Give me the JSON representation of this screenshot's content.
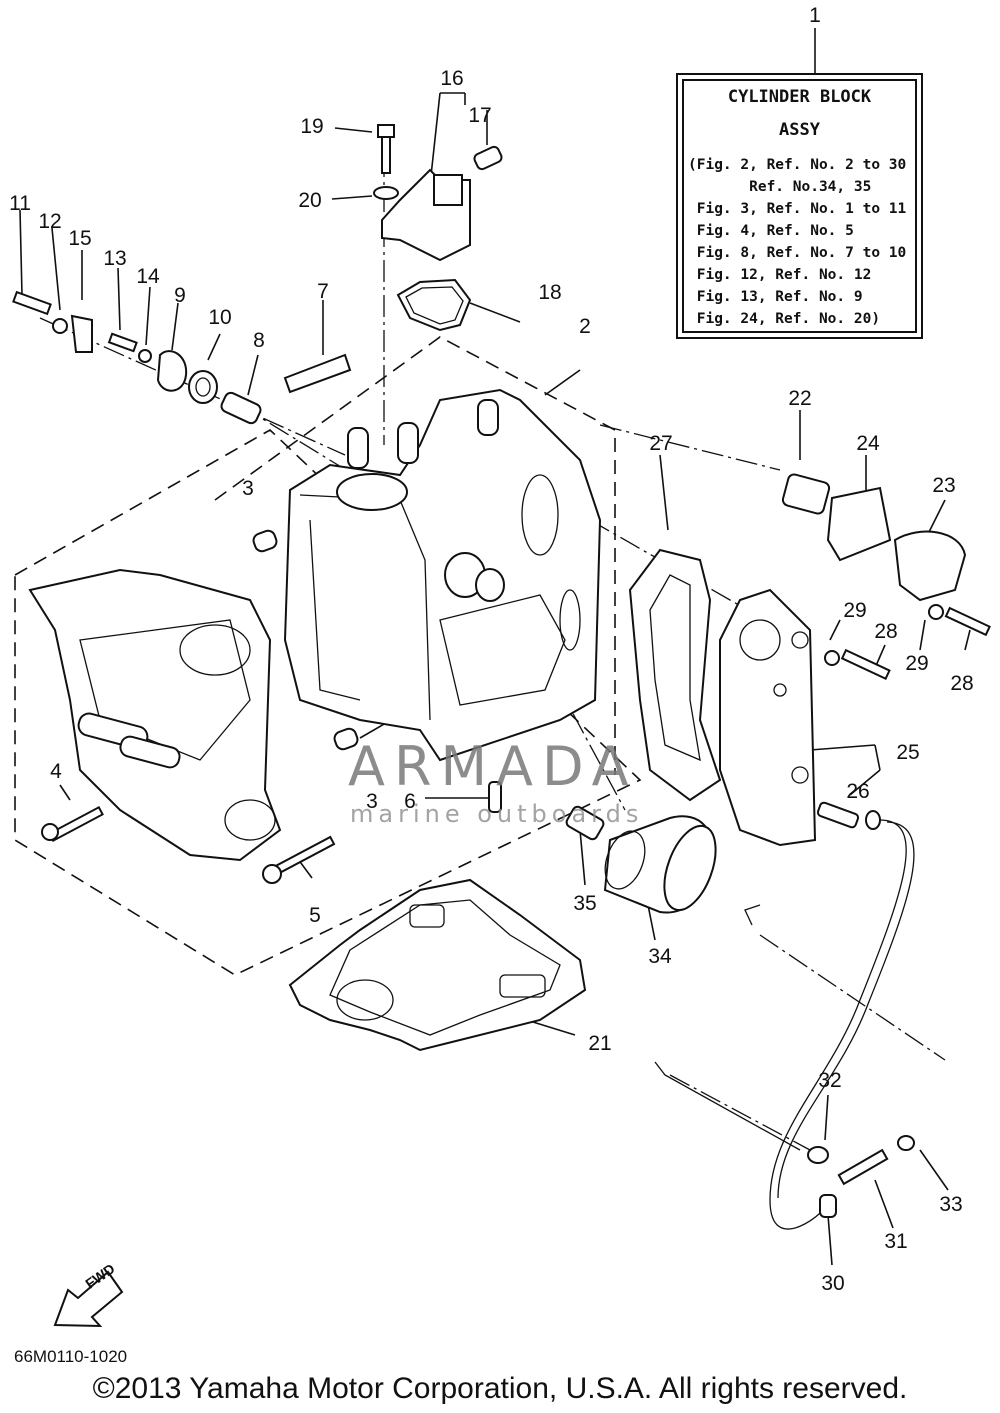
{
  "note": {
    "title": "CYLINDER BLOCK",
    "subtitle": "ASSY",
    "lines": [
      "(Fig. 2, Ref. No. 2 to 30",
      "       Ref. No.34, 35",
      " Fig. 3, Ref. No. 1 to 11",
      " Fig. 4, Ref. No. 5",
      " Fig. 8, Ref. No. 7 to 10",
      " Fig. 12, Ref. No. 12",
      " Fig. 13, Ref. No. 9",
      " Fig. 24, Ref. No. 20)"
    ]
  },
  "refs": {
    "r1": "1",
    "r2": "2",
    "r3a": "3",
    "r3b": "3",
    "r4": "4",
    "r5": "5",
    "r6": "6",
    "r7": "7",
    "r8": "8",
    "r9": "9",
    "r10": "10",
    "r11": "11",
    "r12": "12",
    "r13": "13",
    "r14": "14",
    "r15": "15",
    "r16": "16",
    "r17": "17",
    "r18": "18",
    "r19": "19",
    "r20": "20",
    "r21": "21",
    "r22": "22",
    "r23": "23",
    "r24": "24",
    "r25": "25",
    "r26": "26",
    "r27": "27",
    "r28a": "28",
    "r28b": "28",
    "r29a": "29",
    "r29b": "29",
    "r30": "30",
    "r31": "31",
    "r32": "32",
    "r33": "33",
    "r34": "34",
    "r35": "35"
  },
  "watermark": {
    "name": "ARMADA",
    "sub": "marine outboards",
    "logo_color": "#e7a9c4"
  },
  "fwd_label": "FWD",
  "diagram_code": "66M0110-1020",
  "copyright": "©2013 Yamaha Motor Corporation, U.S.A. All rights reserved."
}
